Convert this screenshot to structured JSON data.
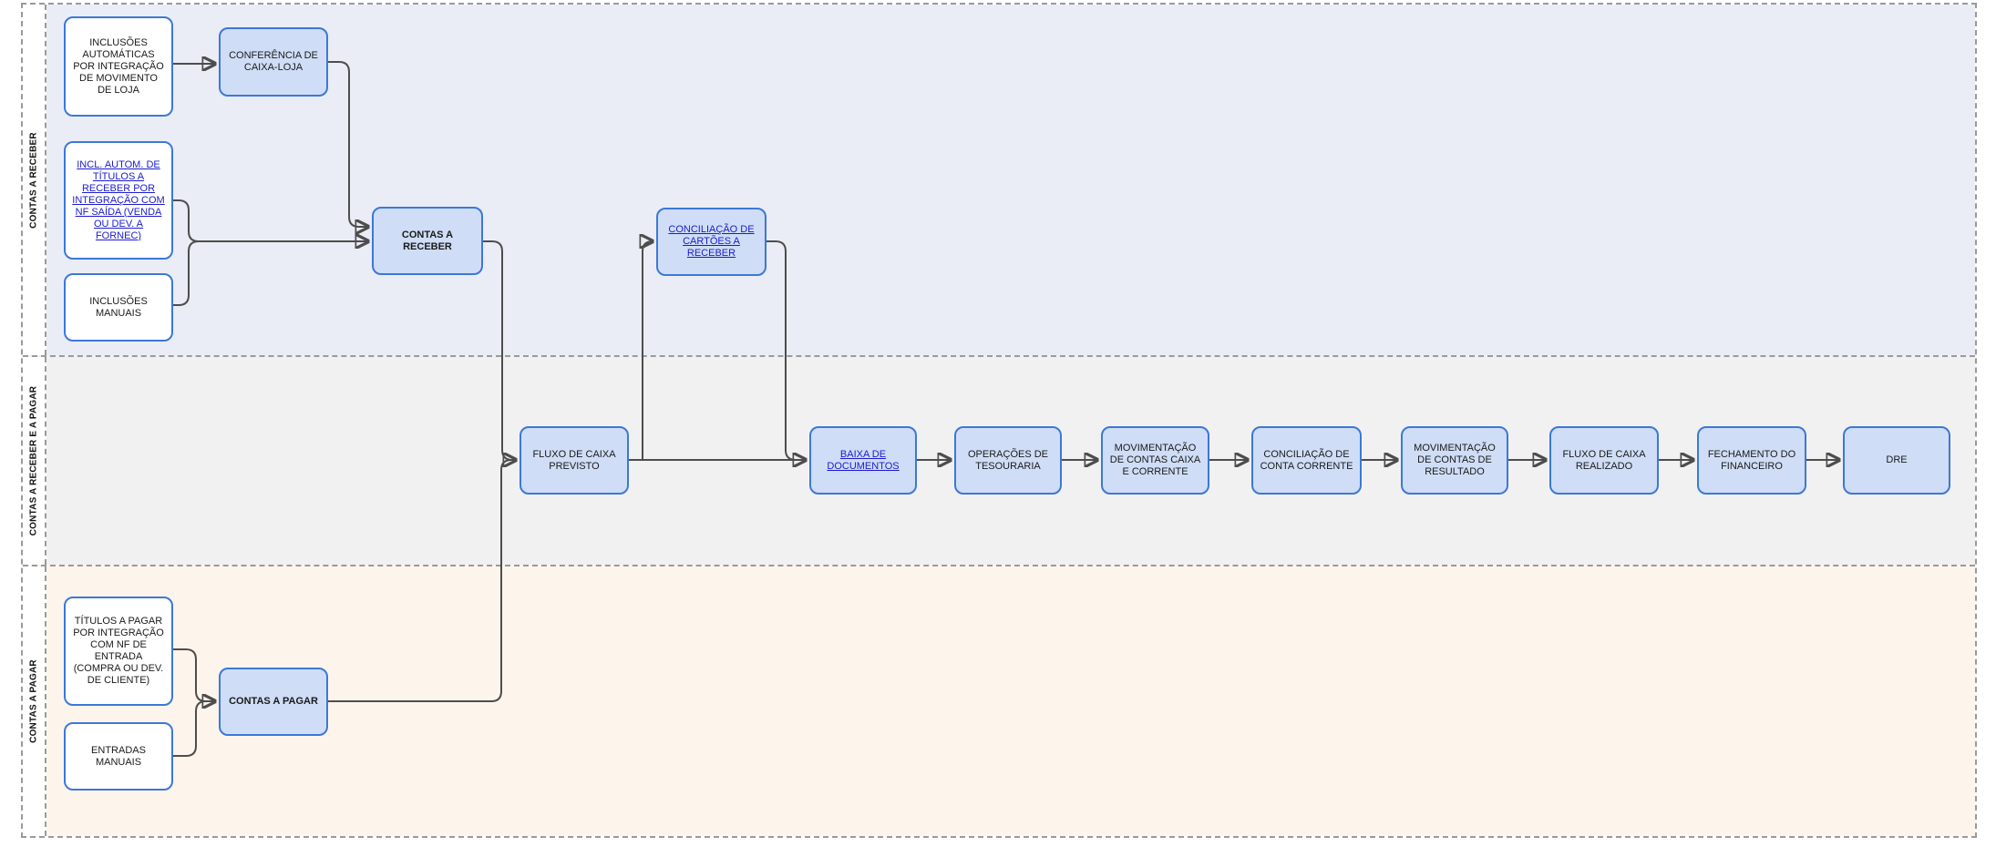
{
  "diagram": {
    "lanes": [
      {
        "label": "CONTAS A RECEBER"
      },
      {
        "label": "CONTAS A RECEBER E A PAGAR"
      },
      {
        "label": "CONTAS A PAGAR"
      }
    ],
    "nodes": {
      "inclusoes_automaticas": {
        "label": "INCLUSÕES AUTOMÁTICAS POR INTEGRAÇÃO DE MOVIMENTO DE LOJA"
      },
      "conferencia_caixa_loja": {
        "label": "CONFERÊNCIA DE CAIXA-LOJA"
      },
      "incl_autom_titulos_receber": {
        "label": "INCL. AUTOM. DE TÍTULOS A RECEBER POR INTEGRAÇÃO COM NF SAÍDA (VENDA OU DEV. A FORNEC)",
        "is_link": true
      },
      "inclusoes_manuais": {
        "label": "INCLUSÕES MANUAIS"
      },
      "contas_a_receber": {
        "label": "CONTAS A RECEBER"
      },
      "conciliacao_cartoes_receber": {
        "label": "CONCILIAÇÃO DE CARTÕES A RECEBER",
        "is_link": true
      },
      "fluxo_caixa_previsto": {
        "label": "FLUXO DE CAIXA PREVISTO"
      },
      "baixa_documentos": {
        "label": "BAIXA DE DOCUMENTOS",
        "is_link": true
      },
      "operacoes_tesouraria": {
        "label": "OPERAÇÕES DE TESOURARIA"
      },
      "movimentacao_contas_caixa_corrente": {
        "label": "MOVIMENTAÇÃO DE CONTAS CAIXA E CORRENTE"
      },
      "conciliacao_conta_corrente": {
        "label": "CONCILIAÇÃO DE CONTA CORRENTE"
      },
      "movimentacao_contas_resultado": {
        "label": "MOVIMENTAÇÃO DE CONTAS DE RESULTADO"
      },
      "fluxo_caixa_realizado": {
        "label": "FLUXO DE CAIXA REALIZADO"
      },
      "fechamento_financeiro": {
        "label": "FECHAMENTO DO FINANCEIRO"
      },
      "dre": {
        "label": "DRE"
      },
      "titulos_a_pagar": {
        "label": "TÍTULOS A PAGAR POR INTEGRAÇÃO COM NF DE ENTRADA (COMPRA OU DEV. DE CLIENTE)"
      },
      "entradas_manuais": {
        "label": "ENTRADAS MANUAIS"
      },
      "contas_a_pagar": {
        "label": "CONTAS A PAGAR"
      }
    },
    "colors": {
      "node_border": "#3C78D8",
      "node_fill": "#CFDDF6",
      "node_plain_fill": "#FFFFFF",
      "lane_contas_a_receber": "#EAEDF6",
      "lane_contas_a_receber_e_a_pagar": "#F1F1F1",
      "lane_contas_a_pagar": "#FDF5EC",
      "link_text": "#1B1BD1",
      "connector_line": "#4D4D4D",
      "arrowhead": "#1A1A1A",
      "frame_dash": "#9A9A9A"
    }
  }
}
